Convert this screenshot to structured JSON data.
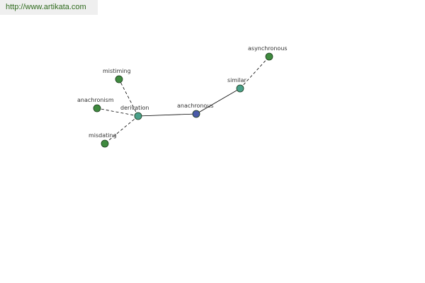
{
  "header": {
    "url": "http://www.artikata.com"
  },
  "colors": {
    "center": "#4a5aa8",
    "hub": "#4aa08a",
    "leaf": "#3f8a3f",
    "edge": "#000000"
  },
  "graph": {
    "nodes": [
      {
        "id": "anachronous",
        "label": "anachronous",
        "role": "center"
      },
      {
        "id": "derivation",
        "label": "derivation",
        "role": "hub"
      },
      {
        "id": "similar",
        "label": "similar",
        "role": "hub"
      },
      {
        "id": "asynchronous",
        "label": "asynchronous",
        "role": "leaf"
      },
      {
        "id": "mistiming",
        "label": "mistiming",
        "role": "leaf"
      },
      {
        "id": "anachronism",
        "label": "anachronism",
        "role": "leaf"
      },
      {
        "id": "misdating",
        "label": "misdating",
        "role": "leaf"
      }
    ],
    "edges": [
      {
        "from": "anachronous",
        "to": "derivation",
        "style": "solid"
      },
      {
        "from": "anachronous",
        "to": "similar",
        "style": "solid"
      },
      {
        "from": "similar",
        "to": "asynchronous",
        "style": "dashed"
      },
      {
        "from": "derivation",
        "to": "mistiming",
        "style": "dashed"
      },
      {
        "from": "derivation",
        "to": "anachronism",
        "style": "dashed"
      },
      {
        "from": "derivation",
        "to": "misdating",
        "style": "dashed"
      }
    ]
  }
}
